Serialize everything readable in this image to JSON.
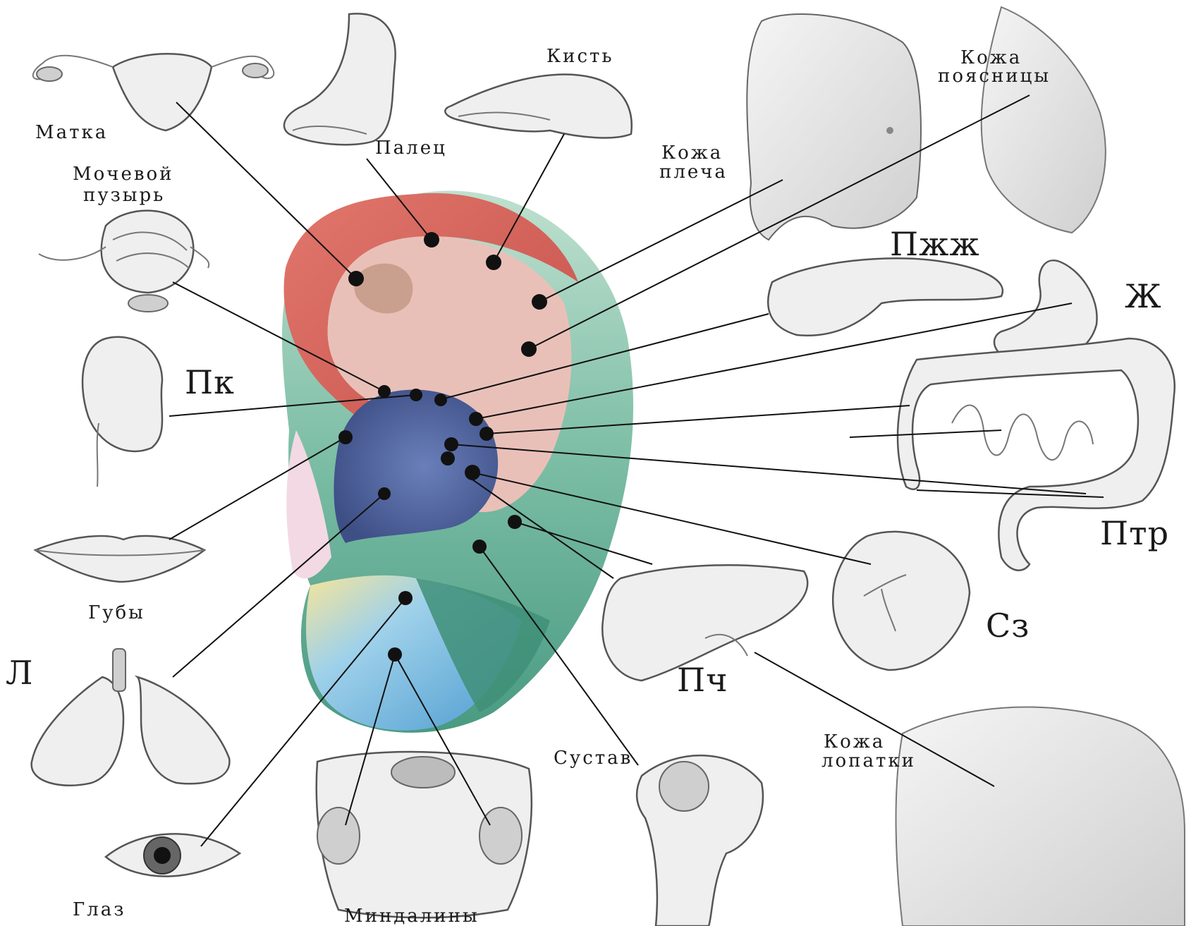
{
  "labels": {
    "uterus": "Матка",
    "toe": "Палец",
    "hand": "Кисть",
    "shoulder_skin_1": "Кожа",
    "shoulder_skin_2": "плеча",
    "lumbar_skin_1": "Кожа",
    "lumbar_skin_2": "поясницы",
    "bladder_1": "Мочевой",
    "bladder_2": "пузырь",
    "pancreas": "Пжж",
    "stomach": "Ж",
    "kidney": "Пк",
    "intestine": "Птр",
    "lips": "Губы",
    "spleen": "Сз",
    "lungs": "Л",
    "liver": "Пч",
    "joint": "Сустав",
    "scapula_skin_1": "Кожа",
    "scapula_skin_2": "лопатки",
    "eye": "Глаз",
    "tonsils": "Миндалины"
  },
  "colors": {
    "helix_outer": "#d9675e",
    "helix_inner": "#e79a8e",
    "concha": "#5a6fa8",
    "antihelix": "#e9c2bd",
    "green_band": "#6fb09a",
    "lobe_blue": "#8ec6e4",
    "lobe_green": "#3f8f78",
    "lobe_yellow": "#efe69a",
    "lobe_pink": "#f3d9e3"
  }
}
